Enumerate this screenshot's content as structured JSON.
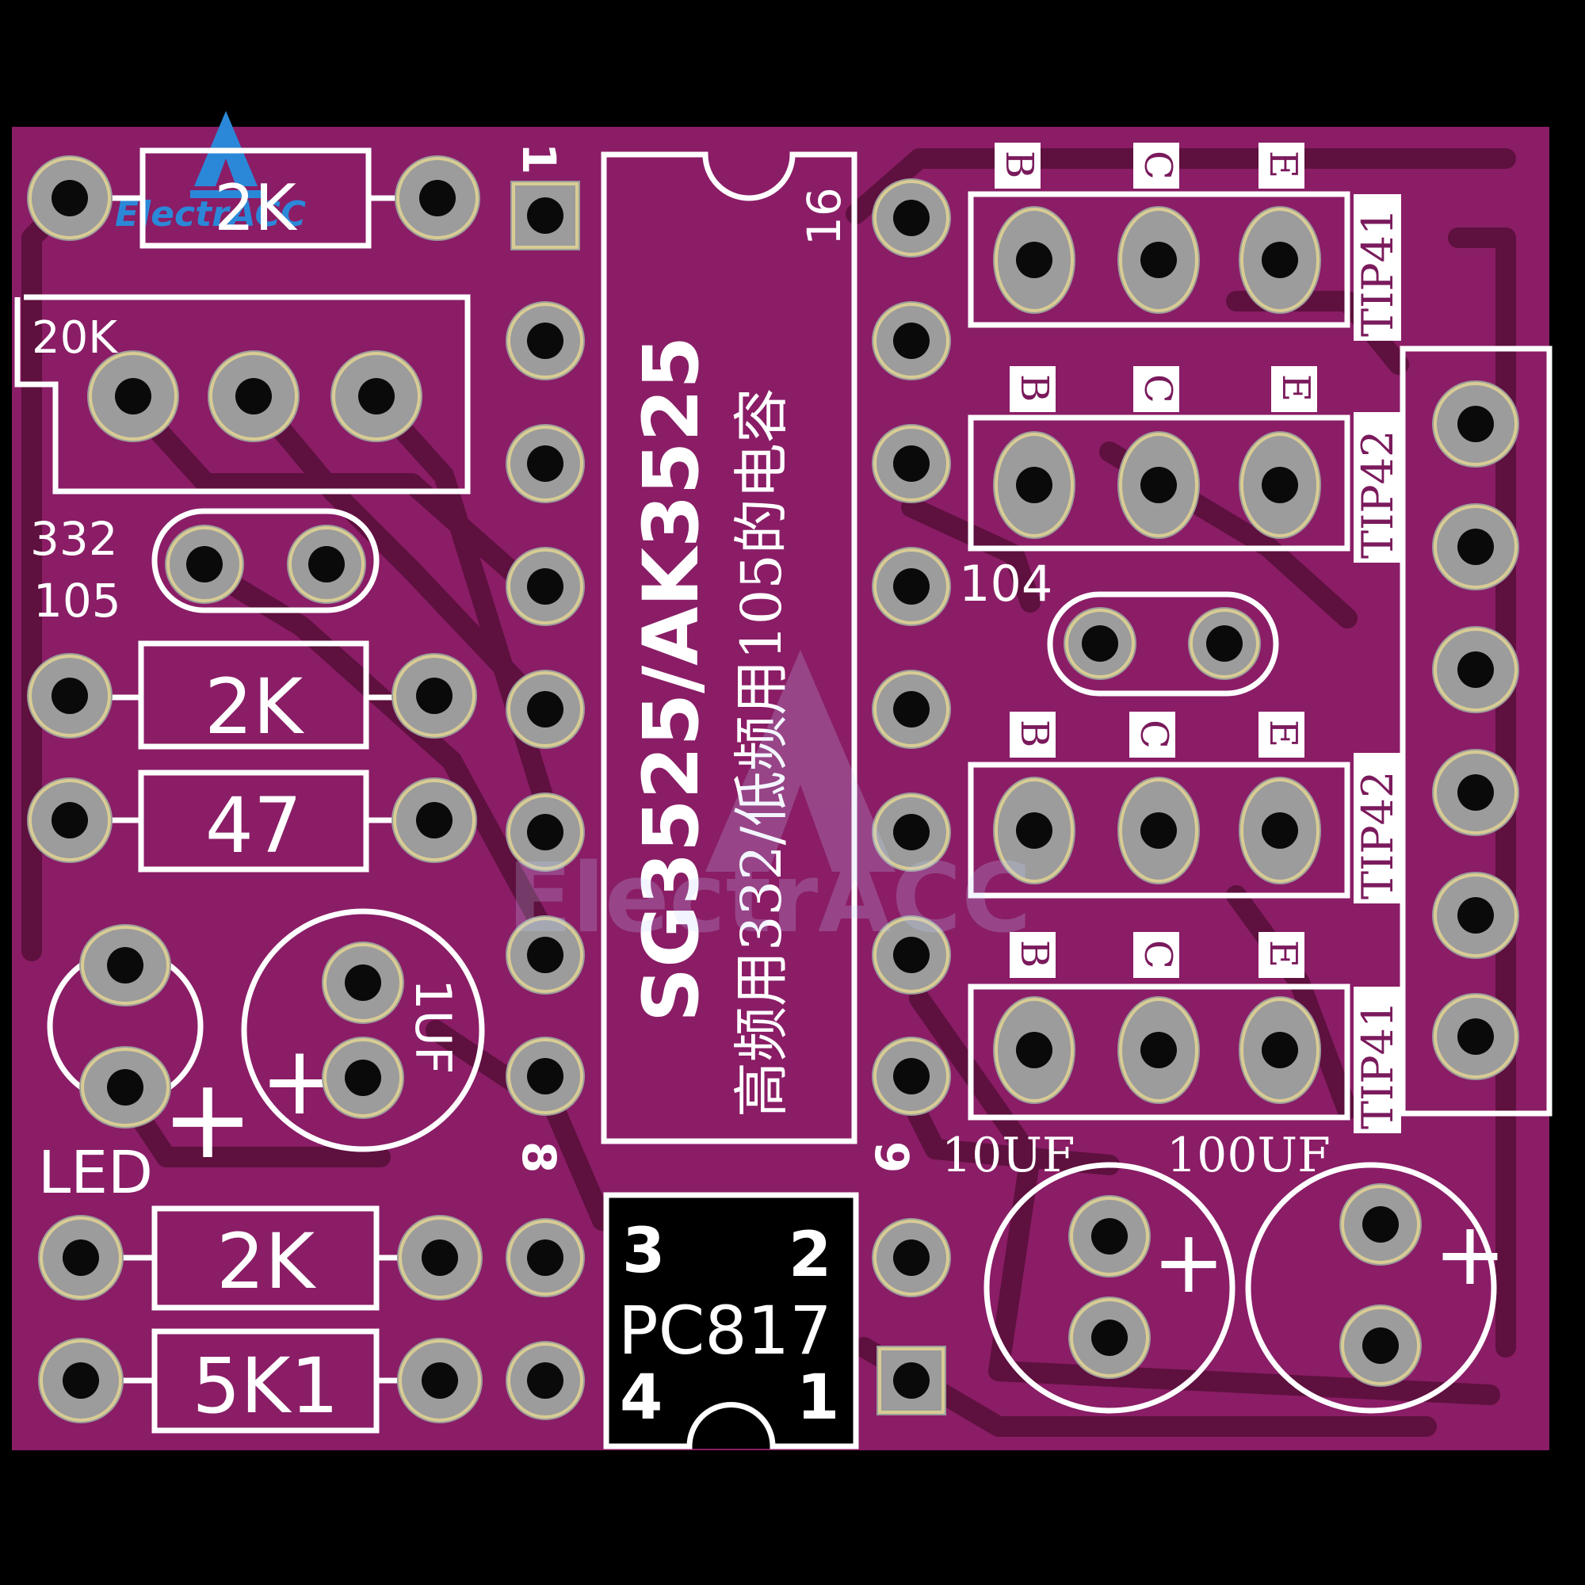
{
  "brand": {
    "logo_text": "ElectrACC",
    "watermark_text": "ElectrACC"
  },
  "colors": {
    "board": "#8a1d66",
    "trace": "#5e103e",
    "silkscreen": "#ffffff",
    "pad": "#9c9c9c",
    "background": "#000000"
  },
  "components": {
    "r_top": "2K",
    "pot": "20K",
    "cap_top_a": "332",
    "cap_top_b": "105",
    "r2": "2K",
    "r3": "47",
    "cap_1uf": "1UF",
    "led": "LED",
    "r4": "2K",
    "r5": "5K1",
    "cap_104": "104",
    "cap_10uf": "10UF",
    "cap_100uf": "100UF"
  },
  "ic": {
    "name": "SG3525/AK3525",
    "note": "高频用332/低频用105的电容",
    "pin1": "1",
    "pin8": "8",
    "pin9": "9",
    "pin16": "16"
  },
  "optocoupler": {
    "name": "PC817",
    "pin1": "1",
    "pin2": "2",
    "pin3": "3",
    "pin4": "4"
  },
  "transistors": {
    "q1": "TIP41",
    "q2": "TIP42",
    "q3": "TIP42",
    "q4": "TIP41",
    "pin_b": "B",
    "pin_c": "C",
    "pin_e": "E"
  },
  "symbols": {
    "plus": "+"
  }
}
